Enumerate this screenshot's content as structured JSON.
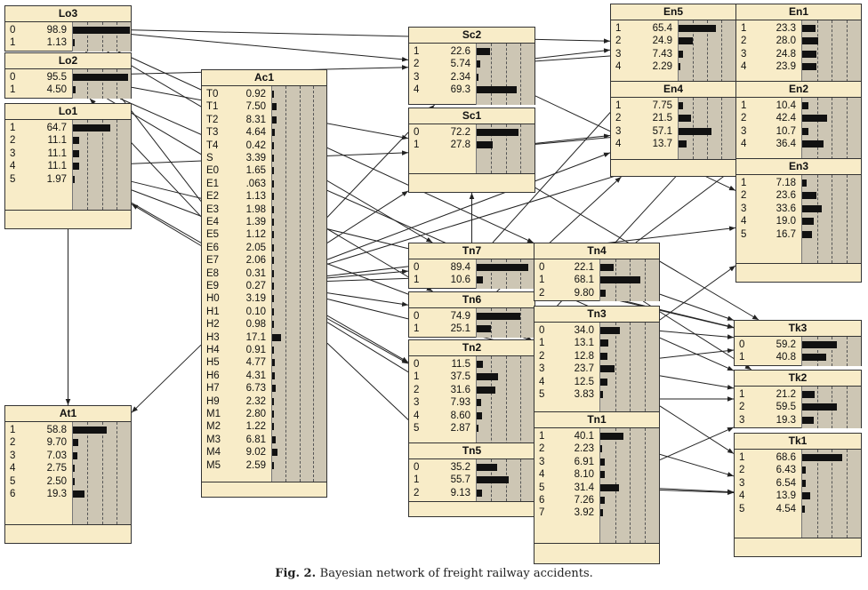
{
  "caption": {
    "label": "Fig. 2.",
    "text": "Bayesian network of freight railway accidents."
  },
  "nodes": {
    "Lo3": {
      "title": "Lo3",
      "states": [
        [
          "0",
          "98.9"
        ],
        [
          "1",
          "1.13"
        ]
      ]
    },
    "Lo2": {
      "title": "Lo2",
      "states": [
        [
          "0",
          "95.5"
        ],
        [
          "1",
          "4.50"
        ]
      ]
    },
    "Lo1": {
      "title": "Lo1",
      "states": [
        [
          "1",
          "64.7"
        ],
        [
          "2",
          "11.1"
        ],
        [
          "3",
          "11.1"
        ],
        [
          "4",
          "11.1"
        ],
        [
          "5",
          "1.97"
        ]
      ]
    },
    "At1": {
      "title": "At1",
      "states": [
        [
          "1",
          "58.8"
        ],
        [
          "2",
          "9.70"
        ],
        [
          "3",
          "7.03"
        ],
        [
          "4",
          "2.75"
        ],
        [
          "5",
          "2.50"
        ],
        [
          "6",
          "19.3"
        ]
      ]
    },
    "Ac1": {
      "title": "Ac1",
      "states": [
        [
          "T0",
          "0.92"
        ],
        [
          "T1",
          "7.50"
        ],
        [
          "T2",
          "8.31"
        ],
        [
          "T3",
          "4.64"
        ],
        [
          "T4",
          "0.42"
        ],
        [
          "S",
          "3.39"
        ],
        [
          "E0",
          "1.65"
        ],
        [
          "E1",
          ".063"
        ],
        [
          "E2",
          "1.13"
        ],
        [
          "E3",
          "1.98"
        ],
        [
          "E4",
          "1.39"
        ],
        [
          "E5",
          "1.12"
        ],
        [
          "E6",
          "2.05"
        ],
        [
          "E7",
          "2.06"
        ],
        [
          "E8",
          "0.31"
        ],
        [
          "E9",
          "0.27"
        ],
        [
          "H0",
          "3.19"
        ],
        [
          "H1",
          "0.10"
        ],
        [
          "H2",
          "0.98"
        ],
        [
          "H3",
          "17.1"
        ],
        [
          "H4",
          "0.91"
        ],
        [
          "H5",
          "4.77"
        ],
        [
          "H6",
          "4.31"
        ],
        [
          "H7",
          "6.73"
        ],
        [
          "H9",
          "2.32"
        ],
        [
          "M1",
          "2.80"
        ],
        [
          "M2",
          "1.22"
        ],
        [
          "M3",
          "6.81"
        ],
        [
          "M4",
          "9.02"
        ],
        [
          "M5",
          "2.59"
        ]
      ]
    },
    "Sc2": {
      "title": "Sc2",
      "states": [
        [
          "1",
          "22.6"
        ],
        [
          "2",
          "5.74"
        ],
        [
          "3",
          "2.34"
        ],
        [
          "4",
          "69.3"
        ]
      ]
    },
    "Sc1": {
      "title": "Sc1",
      "states": [
        [
          "0",
          "72.2"
        ],
        [
          "1",
          "27.8"
        ]
      ]
    },
    "En5": {
      "title": "En5",
      "states": [
        [
          "1",
          "65.4"
        ],
        [
          "2",
          "24.9"
        ],
        [
          "3",
          "7.43"
        ],
        [
          "4",
          "2.29"
        ]
      ]
    },
    "En1": {
      "title": "En1",
      "states": [
        [
          "1",
          "23.3"
        ],
        [
          "2",
          "28.0"
        ],
        [
          "3",
          "24.8"
        ],
        [
          "4",
          "23.9"
        ]
      ]
    },
    "En4": {
      "title": "En4",
      "states": [
        [
          "1",
          "7.75"
        ],
        [
          "2",
          "21.5"
        ],
        [
          "3",
          "57.1"
        ],
        [
          "4",
          "13.7"
        ]
      ]
    },
    "En2": {
      "title": "En2",
      "states": [
        [
          "1",
          "10.4"
        ],
        [
          "2",
          "42.4"
        ],
        [
          "3",
          "10.7"
        ],
        [
          "4",
          "36.4"
        ]
      ]
    },
    "En3": {
      "title": "En3",
      "states": [
        [
          "1",
          "7.18"
        ],
        [
          "2",
          "23.6"
        ],
        [
          "3",
          "33.6"
        ],
        [
          "4",
          "19.0"
        ],
        [
          "5",
          "16.7"
        ]
      ]
    },
    "Tn7": {
      "title": "Tn7",
      "states": [
        [
          "0",
          "89.4"
        ],
        [
          "1",
          "10.6"
        ]
      ]
    },
    "Tn6": {
      "title": "Tn6",
      "states": [
        [
          "0",
          "74.9"
        ],
        [
          "1",
          "25.1"
        ]
      ]
    },
    "Tn2": {
      "title": "Tn2",
      "states": [
        [
          "0",
          "11.5"
        ],
        [
          "1",
          "37.5"
        ],
        [
          "2",
          "31.6"
        ],
        [
          "3",
          "7.93"
        ],
        [
          "4",
          "8.60"
        ],
        [
          "5",
          "2.87"
        ]
      ]
    },
    "Tn5": {
      "title": "Tn5",
      "states": [
        [
          "0",
          "35.2"
        ],
        [
          "1",
          "55.7"
        ],
        [
          "2",
          "9.13"
        ]
      ]
    },
    "Tn4": {
      "title": "Tn4",
      "states": [
        [
          "0",
          "22.1"
        ],
        [
          "1",
          "68.1"
        ],
        [
          "2",
          "9.80"
        ]
      ]
    },
    "Tn3": {
      "title": "Tn3",
      "states": [
        [
          "0",
          "34.0"
        ],
        [
          "1",
          "13.1"
        ],
        [
          "2",
          "12.8"
        ],
        [
          "3",
          "23.7"
        ],
        [
          "4",
          "12.5"
        ],
        [
          "5",
          "3.83"
        ]
      ]
    },
    "Tn1": {
      "title": "Tn1",
      "states": [
        [
          "1",
          "40.1"
        ],
        [
          "2",
          "2.23"
        ],
        [
          "3",
          "6.91"
        ],
        [
          "4",
          "8.10"
        ],
        [
          "5",
          "31.4"
        ],
        [
          "6",
          "7.26"
        ],
        [
          "7",
          "3.92"
        ]
      ]
    },
    "Tk3": {
      "title": "Tk3",
      "states": [
        [
          "0",
          "59.2"
        ],
        [
          "1",
          "40.8"
        ]
      ]
    },
    "Tk2": {
      "title": "Tk2",
      "states": [
        [
          "1",
          "21.2"
        ],
        [
          "2",
          "59.5"
        ],
        [
          "3",
          "19.3"
        ]
      ]
    },
    "Tk1": {
      "title": "Tk1",
      "states": [
        [
          "1",
          "68.6"
        ],
        [
          "2",
          "6.43"
        ],
        [
          "3",
          "6.54"
        ],
        [
          "4",
          "13.9"
        ],
        [
          "5",
          "4.54"
        ]
      ]
    }
  },
  "colors": {
    "node_bg": "#f8ecc8",
    "bar_bg": "#cdc6b4",
    "bar": "#111111",
    "edge": "#222222"
  }
}
